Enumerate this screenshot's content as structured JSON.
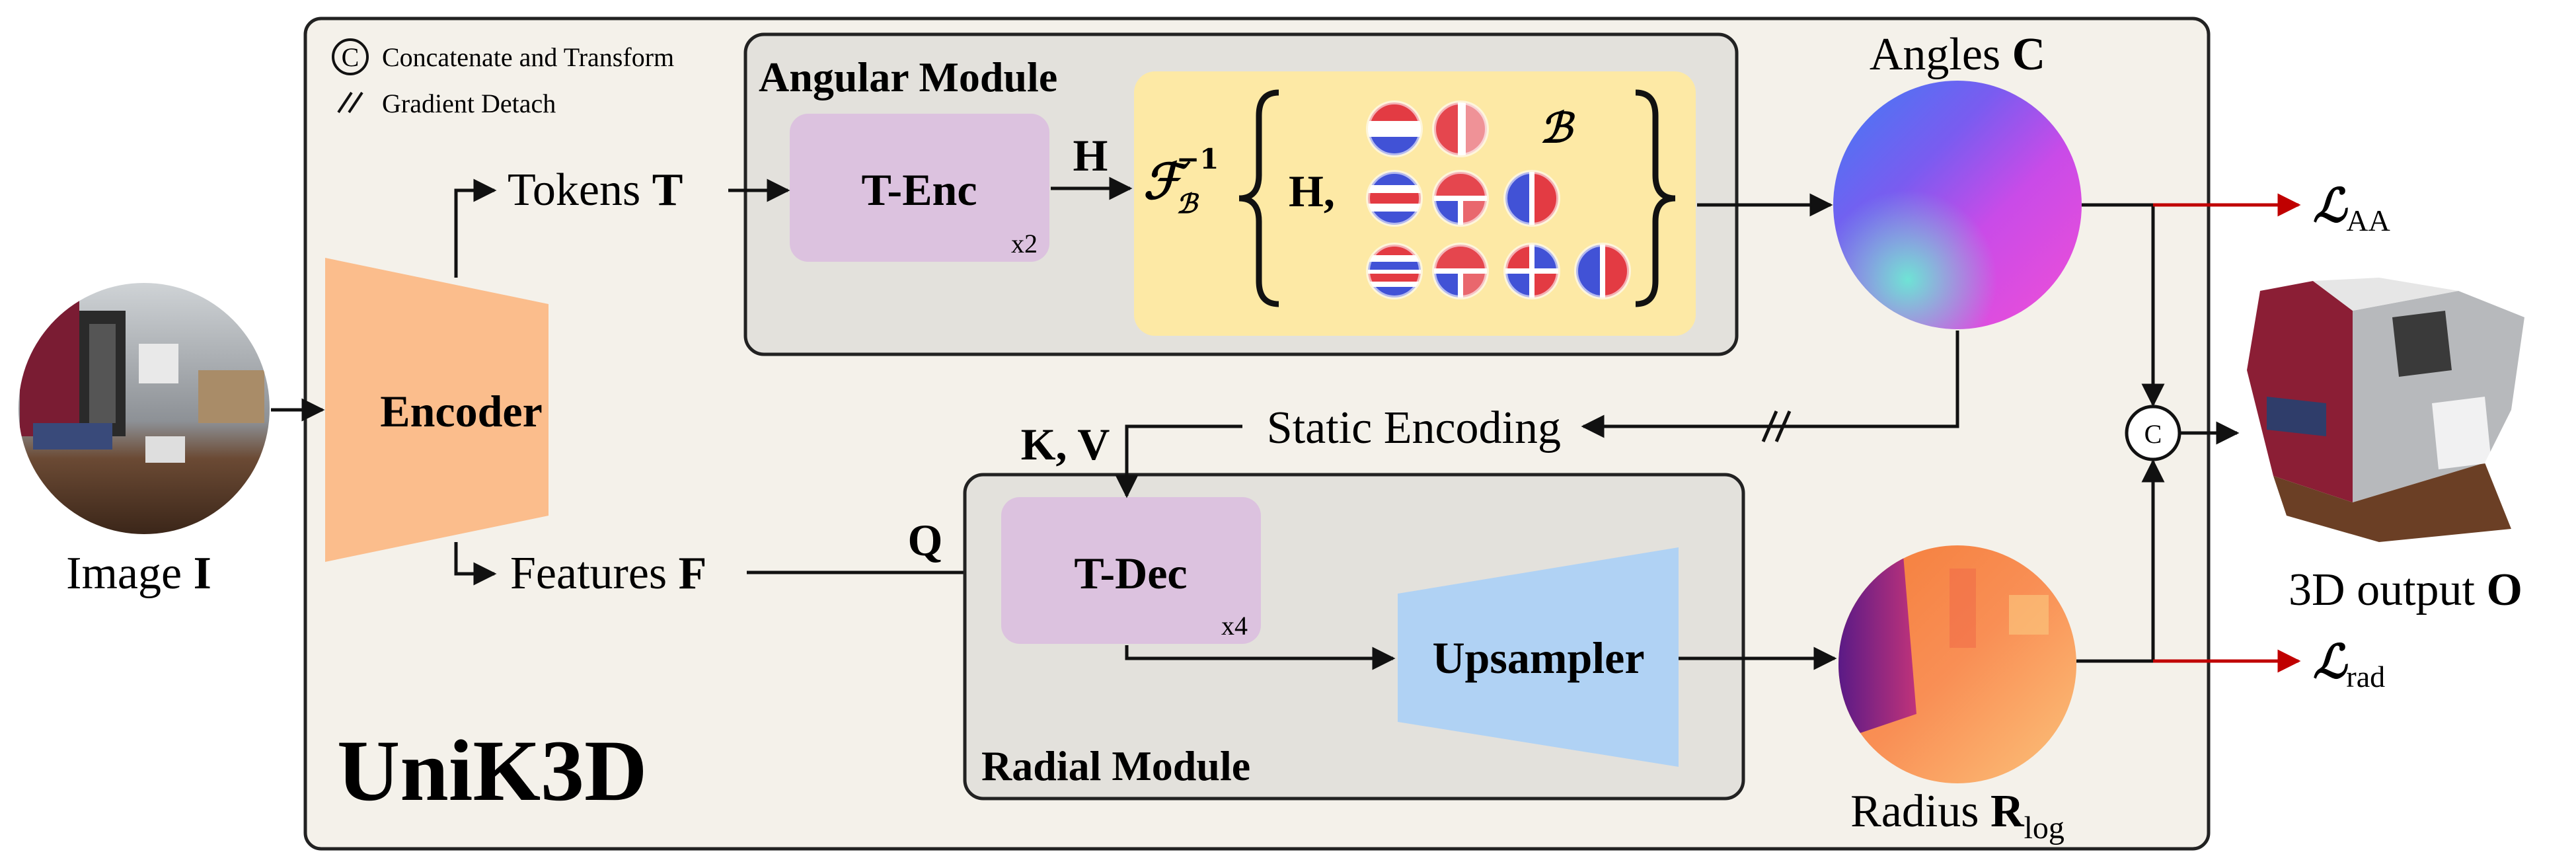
{
  "legend": {
    "concat_symbol": "C",
    "concat_label": "Concatenate and Transform",
    "detach_symbol": "//",
    "detach_label": "Gradient Detach"
  },
  "title": "UniK3D",
  "angular_module": {
    "title": "Angular Module",
    "tenc_label": "T-Enc",
    "tenc_repeat": "x2",
    "h_label": "H",
    "fourier": {
      "operator": "ℱ",
      "operator_sub": "ℬ",
      "operator_sup": "−1",
      "h_term": "H,",
      "basis": "ℬ"
    }
  },
  "radial_module": {
    "title": "Radial Module",
    "tdec_label": "T-Dec",
    "tdec_repeat": "x4",
    "upsampler_label": "Upsampler"
  },
  "encoder_label": "Encoder",
  "image_label": {
    "text": "Image ",
    "bold": "I"
  },
  "tokens_label": {
    "text": "Tokens ",
    "bold": "T"
  },
  "features_label": {
    "text": "Features ",
    "bold": "F"
  },
  "q_label": "Q",
  "kv_label": "K, V",
  "static_encoding": "Static Encoding",
  "angles_label": {
    "text": "Angles ",
    "bold": "C"
  },
  "radius_label": {
    "text": "Radius ",
    "bold": "R",
    "sub": "log"
  },
  "output_label": {
    "text": "3D output ",
    "bold": "O"
  },
  "concat_node": "C",
  "losses": {
    "aa": {
      "symbol": "ℒ",
      "sub": "AA"
    },
    "rad": {
      "symbol": "ℒ",
      "sub": "rad"
    }
  },
  "colors": {
    "panel_bg": "#f4f1ea",
    "module_bg": "#e3e1dc",
    "tenc_fill": "#dcc2df",
    "fourier_fill": "#fde9a5",
    "encoder_fill": "#fbbd8c",
    "upsampler_fill": "#b0d2f4",
    "loss_arrow": "#c00000"
  }
}
